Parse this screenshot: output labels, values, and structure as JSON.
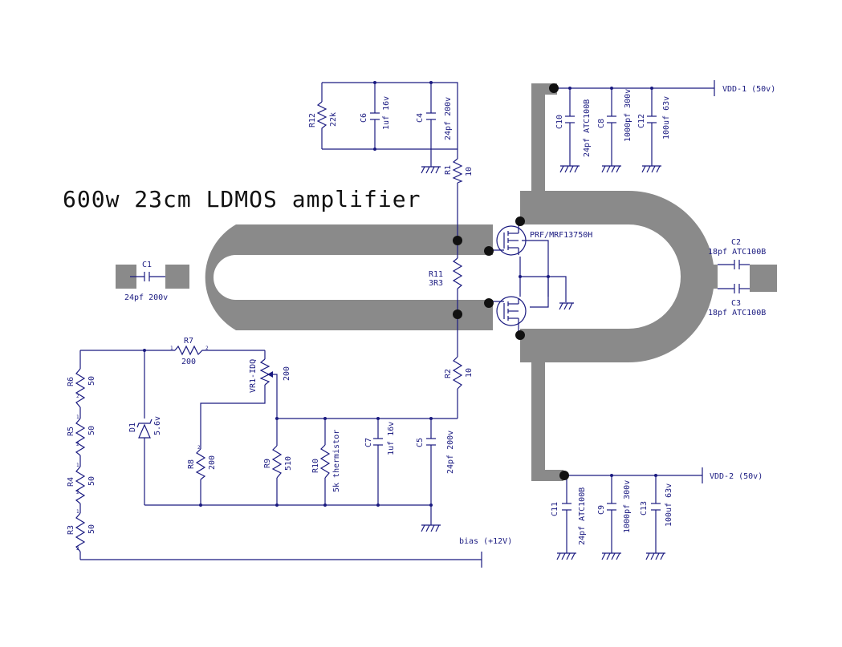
{
  "title": "600w 23cm LDMOS amplifier",
  "transistor": "PRF/MRF13750H",
  "rails": {
    "vdd1": "VDD-1 (50v)",
    "vdd2": "VDD-2 (50v)",
    "bias": "bias (+12V)"
  },
  "components": {
    "R12": {
      "ref": "R12",
      "value": "22k"
    },
    "C6": {
      "ref": "C6",
      "value": "1uf 16v"
    },
    "C4": {
      "ref": "C4",
      "value": "24pf 200v"
    },
    "R1": {
      "ref": "R1",
      "value": "10"
    },
    "R11": {
      "ref": "R11",
      "value": "3R3"
    },
    "R2": {
      "ref": "R2",
      "value": "10"
    },
    "C1": {
      "ref": "C1",
      "value": "24pf 200v"
    },
    "C10": {
      "ref": "C10",
      "value": "24pf ATC100B"
    },
    "C8": {
      "ref": "C8",
      "value": "1000pf 300v"
    },
    "C12": {
      "ref": "C12",
      "value": "100uf 63v"
    },
    "C2": {
      "ref": "C2",
      "value": "18pf ATC100B"
    },
    "C3": {
      "ref": "C3",
      "value": "18pf ATC100B"
    },
    "C11": {
      "ref": "C11",
      "value": "24pf ATC100B"
    },
    "C9": {
      "ref": "C9",
      "value": "1000pf 300v"
    },
    "C13": {
      "ref": "C13",
      "value": "100uf 63v"
    },
    "R7": {
      "ref": "R7",
      "value": "200"
    },
    "VR1": {
      "ref": "VR1-IDQ",
      "value": "200"
    },
    "D1": {
      "ref": "D1",
      "value": "5.6v"
    },
    "R6": {
      "ref": "R6",
      "value": "50"
    },
    "R5": {
      "ref": "R5",
      "value": "50"
    },
    "R4": {
      "ref": "R4",
      "value": "50"
    },
    "R3": {
      "ref": "R3",
      "value": "50"
    },
    "R8": {
      "ref": "R8",
      "value": "200"
    },
    "R9": {
      "ref": "R9",
      "value": "510"
    },
    "R10": {
      "ref": "R10",
      "value": "5k thermistor"
    },
    "C7": {
      "ref": "C7",
      "value": "1uf 16v"
    },
    "C5": {
      "ref": "C5",
      "value": "24pf 200v"
    }
  },
  "pins": {
    "one": "1",
    "two": "2"
  }
}
